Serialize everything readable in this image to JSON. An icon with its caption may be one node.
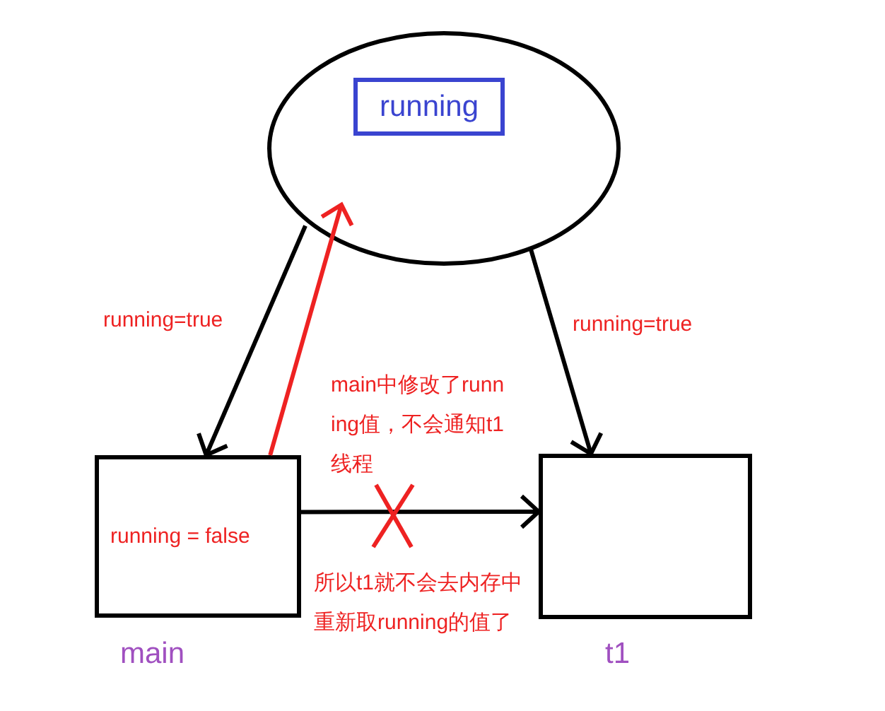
{
  "diagram": {
    "nodes": [
      {
        "text": [],
        "shape": "ellipse"
      },
      {
        "text": [
          "running"
        ],
        "in": 0
      },
      {
        "text": [
          "running = false"
        ],
        "beside": [
          "main"
        ]
      },
      {
        "text": [],
        "shape": "box",
        "beside": [
          "t1"
        ]
      }
    ],
    "edges": [
      {
        "from": 0,
        "to": 2,
        "arrow": "to",
        "label": "running=true"
      },
      {
        "from": 0,
        "to": 3,
        "arrow": "to",
        "label": "running=true"
      },
      {
        "from": 2,
        "to": 3,
        "arrow": "to"
      },
      {
        "from": 2,
        "to": 0,
        "arrow": "to",
        "color": "#ee2222"
      }
    ],
    "labels": [
      "main中修改了running值，不会通知t1线程",
      "所以t1就不会去内存中重新取running的值了"
    ]
  }
}
